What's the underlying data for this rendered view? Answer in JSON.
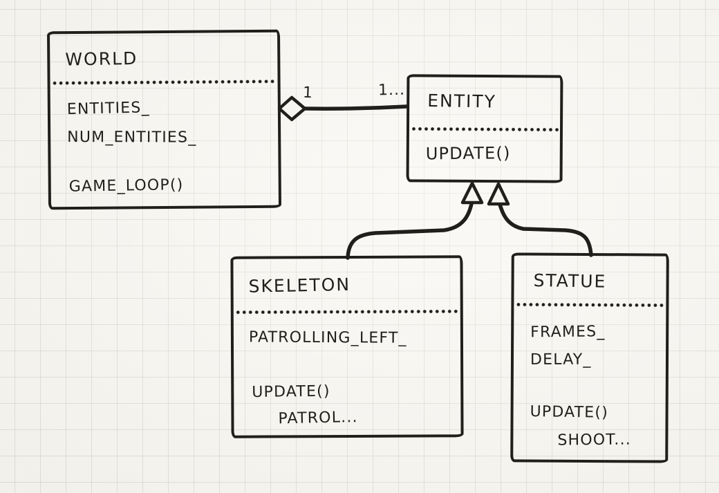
{
  "diagram_type": "uml-class-diagram",
  "classes": {
    "world": {
      "name": "WORLD",
      "attributes": [
        "ENTITIES_",
        "NUM_ENTITIES_"
      ],
      "methods": [
        "GAME_LOOP()"
      ]
    },
    "entity": {
      "name": "ENTITY",
      "attributes": [],
      "methods": [
        "UPDATE()"
      ]
    },
    "skeleton": {
      "name": "SKELETON",
      "attributes": [
        "PATROLLING_LEFT_"
      ],
      "methods": [
        "UPDATE()",
        "PATROL..."
      ]
    },
    "statue": {
      "name": "STATUE",
      "attributes": [
        "FRAMES_",
        "DELAY_"
      ],
      "methods": [
        "UPDATE()",
        "SHOOT..."
      ]
    }
  },
  "relationships": {
    "aggregation": {
      "from": "WORLD",
      "to": "ENTITY",
      "from_multiplicity": "1",
      "to_multiplicity": "1..."
    },
    "inheritance": [
      {
        "from": "SKELETON",
        "to": "ENTITY"
      },
      {
        "from": "STATUE",
        "to": "ENTITY"
      }
    ]
  },
  "colors": {
    "ink": "#211f1c",
    "paper": "#f7f5ef",
    "grid_line": "#dcd8cf"
  }
}
